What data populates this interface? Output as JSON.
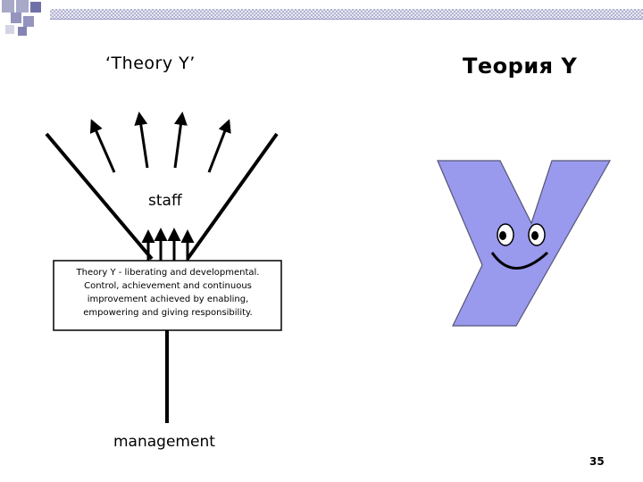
{
  "slide": {
    "title": "Теория Y",
    "page_number": "35"
  },
  "diagram": {
    "title": "‘Theory Y’",
    "top_label": "staff",
    "box_lines": [
      "Theory Y - liberating and  developmental.",
      "Control, achievement and continuous",
      "improvement achieved by enabling,",
      "empowering and giving responsibility."
    ],
    "bottom_label": "management"
  },
  "mascot": {
    "letter": "Y",
    "color": "#9999ee"
  }
}
